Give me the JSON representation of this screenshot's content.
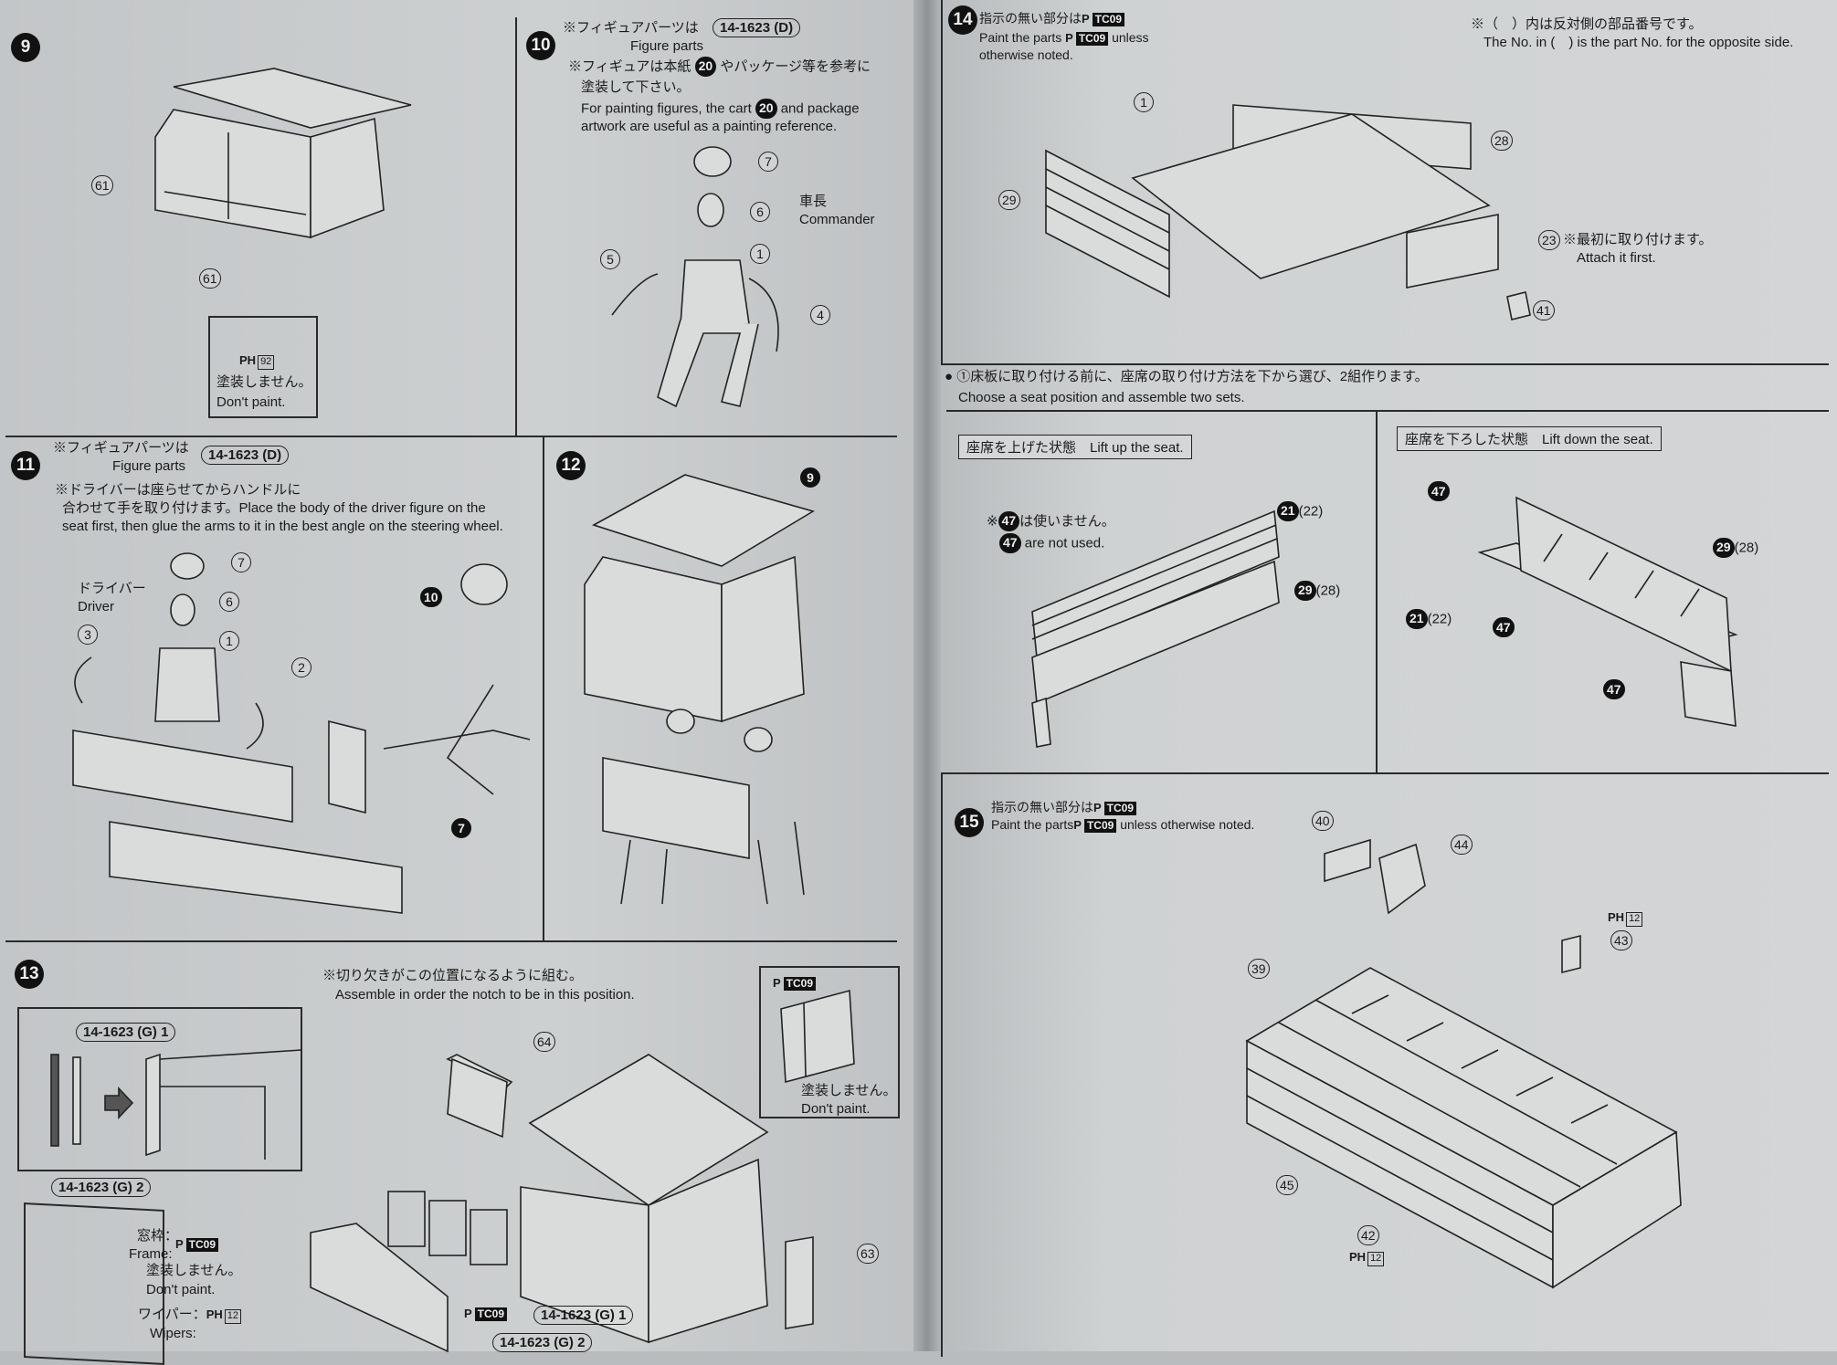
{
  "step9": {
    "number": "9",
    "callouts": [
      "61",
      "61"
    ],
    "paint_prefix": "PH",
    "paint_num": "92",
    "note_ja": "塗装しません。",
    "note_en": "Don't paint."
  },
  "step10": {
    "number": "10",
    "header_ja": "※フィギュアパーツは",
    "code": "14-1623",
    "code_letter": "D",
    "header_en": "Figure parts",
    "note_ja_1": "※フィギュアは本紙",
    "ref_num": "20",
    "note_ja_1b": "やパッケージ等を参考に",
    "note_ja_2": "塗装して下さい。",
    "note_en_1": "For painting figures, the cart",
    "note_en_1b": "and package",
    "note_en_2": "artwork are useful as a painting reference.",
    "role_ja": "車長",
    "role_en": "Commander",
    "callouts": [
      "7",
      "6",
      "5",
      "1",
      "4"
    ]
  },
  "step11": {
    "number": "11",
    "header_ja": "※フィギュアパーツは",
    "code": "14-1623",
    "code_letter": "D",
    "header_en": "Figure parts",
    "note_1": "※ドライバーは座らせてからハンドルに",
    "note_2": "合わせて手を取り付けます。Place the body of the driver figure on the",
    "note_3": "seat first, then glue the arms to it in the best angle on the steering wheel.",
    "role_ja": "ドライバー",
    "role_en": "Driver",
    "callouts": [
      "7",
      "6",
      "3",
      "1",
      "2",
      "10",
      "7"
    ]
  },
  "step12": {
    "number": "12",
    "callouts": [
      "9"
    ]
  },
  "step13": {
    "number": "13",
    "note_ja": "※切り欠きがこの位置になるように組む。",
    "note_en": "Assemble in order the notch to be in this position.",
    "code": "14-1623",
    "code_letter": "G",
    "part1": "1",
    "part2": "2",
    "frame_ja": "窓枠：",
    "frame_en": "Frame:",
    "paint_prefix": "P",
    "paint_code": "TC09",
    "nopaint_ja": "塗装しません。",
    "nopaint_en": "Don't paint.",
    "wipers_ja": "ワイパー：",
    "wipers_en": "Wipers:",
    "wipers_prefix": "PH",
    "wipers_num": "12",
    "callouts": [
      "64",
      "63"
    ]
  },
  "step14": {
    "number": "14",
    "note_ja": "指示の無い部分は",
    "paint_prefix": "P",
    "paint_code": "TC09",
    "note_en_1": "Paint the parts",
    "note_en_1b": "unless",
    "note_en_2": "otherwise noted.",
    "opp_ja": "※（　）内は反対側の部品番号です。",
    "opp_en": "The No. in (　) is the part No. for the opposite side.",
    "callouts": [
      "1",
      "28",
      "29",
      "23",
      "41"
    ],
    "attach_ja": "※最初に取り付けます。",
    "attach_en": "Attach it first."
  },
  "seat": {
    "note_ja": "①床板に取り付ける前に、座席の取り付け方法を下から選び、2組作ります。",
    "note_en": "Choose a seat position and assemble two sets.",
    "up_label": "座席を上げた状態　Lift up the seat.",
    "down_label": "座席を下ろした状態　Lift down the seat.",
    "unused_ja": "は使いません。",
    "unused_en": "are not used.",
    "unused_part": "47",
    "up_callouts": [
      "21",
      "(22)",
      "29",
      "(28)"
    ],
    "down_callouts": [
      "47",
      "29",
      "(28)",
      "21",
      "(22)",
      "47",
      "47"
    ]
  },
  "step15": {
    "number": "15",
    "note_ja": "指示の無い部分は",
    "paint_prefix": "P",
    "paint_code": "TC09",
    "note_en_1": "Paint the parts",
    "note_en_1b": "unless otherwise noted.",
    "callouts": [
      "40",
      "44",
      "43",
      "39",
      "45",
      "42"
    ],
    "ph_prefix": "PH",
    "ph_num": "12"
  }
}
